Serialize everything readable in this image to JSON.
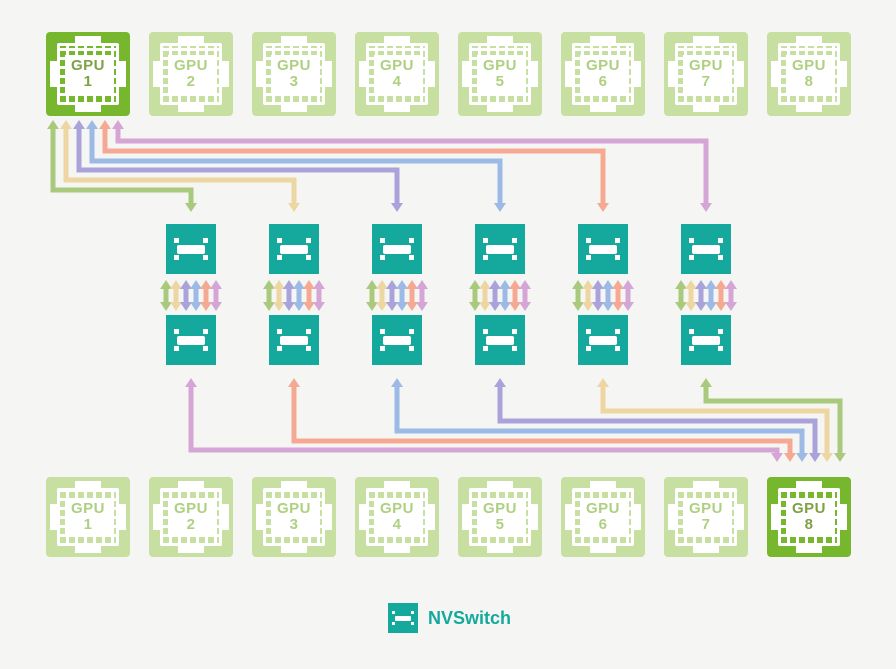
{
  "legend": {
    "label": "NVSwitch"
  },
  "colors": {
    "background": "#f5f6f4",
    "gpu_active": "#77b72e",
    "gpu_inactive": "#c8dfa2",
    "gpu_active_text": "#7da244",
    "gpu_inactive_text": "#aed080",
    "nvswitch_teal": "#14a99c",
    "links": {
      "green": "#a9ca7d",
      "tan": "#edd6a1",
      "purple": "#a9a3da",
      "blue": "#9cbae5",
      "salmon": "#f5a992",
      "orchid": "#d5a5d5"
    }
  },
  "gpu_rows": {
    "top": [
      {
        "label": "GPU",
        "number": "1",
        "highlight": true
      },
      {
        "label": "GPU",
        "number": "2",
        "highlight": false
      },
      {
        "label": "GPU",
        "number": "3",
        "highlight": false
      },
      {
        "label": "GPU",
        "number": "4",
        "highlight": false
      },
      {
        "label": "GPU",
        "number": "5",
        "highlight": false
      },
      {
        "label": "GPU",
        "number": "6",
        "highlight": false
      },
      {
        "label": "GPU",
        "number": "7",
        "highlight": false
      },
      {
        "label": "GPU",
        "number": "8",
        "highlight": false
      }
    ],
    "bottom": [
      {
        "label": "GPU",
        "number": "1",
        "highlight": false
      },
      {
        "label": "GPU",
        "number": "2",
        "highlight": false
      },
      {
        "label": "GPU",
        "number": "3",
        "highlight": false
      },
      {
        "label": "GPU",
        "number": "4",
        "highlight": false
      },
      {
        "label": "GPU",
        "number": "5",
        "highlight": false
      },
      {
        "label": "GPU",
        "number": "6",
        "highlight": false
      },
      {
        "label": "GPU",
        "number": "7",
        "highlight": false
      },
      {
        "label": "GPU",
        "number": "8",
        "highlight": true
      }
    ]
  },
  "nvswitches": {
    "columns": 6,
    "rows": 2
  },
  "top_links": [
    {
      "color": "green",
      "from": "gpu-1-top",
      "to": "nvswitch-top-1"
    },
    {
      "color": "tan",
      "from": "gpu-1-top",
      "to": "nvswitch-top-2"
    },
    {
      "color": "purple",
      "from": "gpu-1-top",
      "to": "nvswitch-top-3"
    },
    {
      "color": "blue",
      "from": "gpu-1-top",
      "to": "nvswitch-top-4"
    },
    {
      "color": "salmon",
      "from": "gpu-1-top",
      "to": "nvswitch-top-5"
    },
    {
      "color": "orchid",
      "from": "gpu-1-top",
      "to": "nvswitch-top-6"
    }
  ],
  "bottom_links": [
    {
      "color": "orchid",
      "from": "nvswitch-bottom-1",
      "to": "gpu-8-bottom"
    },
    {
      "color": "salmon",
      "from": "nvswitch-bottom-2",
      "to": "gpu-8-bottom"
    },
    {
      "color": "blue",
      "from": "nvswitch-bottom-3",
      "to": "gpu-8-bottom"
    },
    {
      "color": "purple",
      "from": "nvswitch-bottom-4",
      "to": "gpu-8-bottom"
    },
    {
      "color": "tan",
      "from": "nvswitch-bottom-5",
      "to": "gpu-8-bottom"
    },
    {
      "color": "green",
      "from": "nvswitch-bottom-6",
      "to": "gpu-8-bottom"
    }
  ],
  "inter_switch_lanes": [
    "green",
    "tan",
    "purple",
    "blue",
    "salmon",
    "orchid"
  ]
}
